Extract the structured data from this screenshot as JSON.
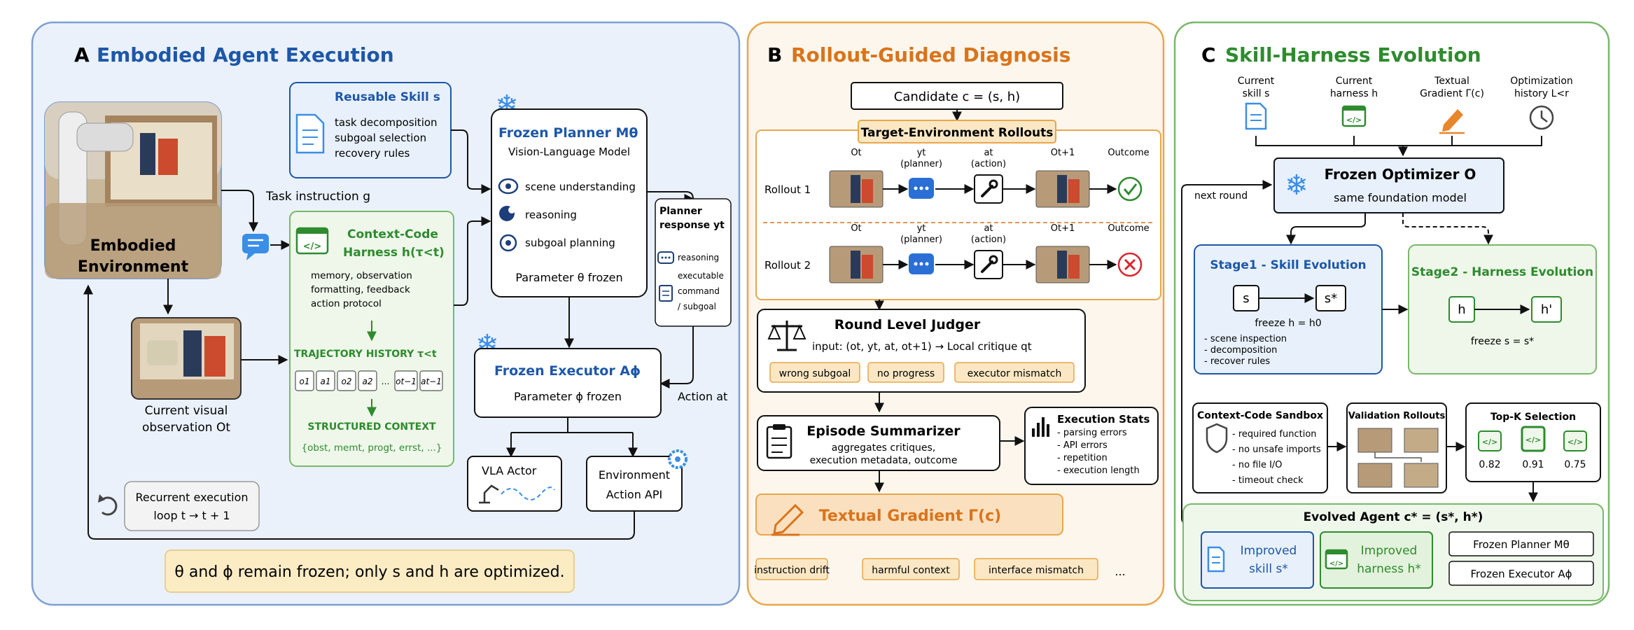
{
  "panelA": {
    "letter": "A",
    "title": "Embodied Agent Execution",
    "env_label": [
      "Embodied",
      "Environment"
    ],
    "task_instruction": "Task instruction g",
    "skill": {
      "title": "Reusable Skill s",
      "lines": [
        "task decomposition",
        "subgoal selection",
        "recovery rules"
      ]
    },
    "harness": {
      "title": [
        "Context-Code",
        "Harness h(τ<t)"
      ],
      "desc": [
        "memory, observation",
        "formatting, feedback",
        "action protocol"
      ],
      "trajectory_title": "TRAJECTORY HISTORY τ<t",
      "tokens": [
        "o1",
        "a1",
        "o2",
        "a2",
        "…",
        "ot−1",
        "at−1"
      ],
      "structured_title": "STRUCTURED CONTEXT",
      "structured": "{obst, memt, progt, errst, ...}"
    },
    "planner": {
      "title": "Frozen Planner Mθ",
      "subtitle": "Vision-Language Model",
      "items": [
        "scene understanding",
        "reasoning",
        "subgoal planning"
      ],
      "param": "Parameter θ frozen"
    },
    "planner_response": {
      "title": [
        "Planner",
        "response yt"
      ],
      "items": [
        "reasoning",
        "executable",
        "command",
        "/ subgoal"
      ]
    },
    "executor": {
      "title": "Frozen Executor Aϕ",
      "param": "Parameter ϕ frozen"
    },
    "action_label": "Action at",
    "vla": "VLA Actor",
    "env_api": [
      "Environment",
      "Action API"
    ],
    "observation": [
      "Current visual",
      "observation Ot"
    ],
    "recurrent": [
      "Recurrent execution",
      "loop t → t + 1"
    ],
    "footer": "θ and ϕ remain frozen; only s and h are optimized."
  },
  "panelB": {
    "letter": "B",
    "title": "Rollout-Guided Diagnosis",
    "candidate": "Candidate c = (s, h)",
    "rollouts_title": "Target-Environment Rollouts",
    "col_headers": [
      "Ot",
      "yt",
      "(planner)",
      "at",
      "(action)",
      "Ot+1",
      "Outcome"
    ],
    "rollouts": [
      "Rollout 1",
      "Rollout 2"
    ],
    "judger": {
      "title": "Round Level Judger",
      "input": "input: (ot, yt, at, ot+1) → Local critique qt",
      "tags": [
        "wrong subgoal",
        "no progress",
        "executor mismatch"
      ]
    },
    "summarizer": {
      "title": "Episode Summarizer",
      "lines": [
        "aggregates critiques,",
        "execution metadata, outcome"
      ]
    },
    "stats": {
      "title": "Execution Stats",
      "items": [
        "- parsing errors",
        "- API errors",
        "- repetition",
        "- execution length"
      ]
    },
    "gradient": "Textual Gradient Γ(c)",
    "bottom_tags": [
      "instruction drift",
      "harmful context",
      "interface mismatch",
      "..."
    ]
  },
  "panelC": {
    "letter": "C",
    "title": "Skill-Harness Evolution",
    "inputs": [
      [
        "Current",
        "skill s"
      ],
      [
        "Current",
        "harness h"
      ],
      [
        "Textual",
        "Gradient Γ(c)"
      ],
      [
        "Optimization",
        "history L<r"
      ]
    ],
    "optimizer": {
      "title": "Frozen Optimizer O",
      "subtitle": "same foundation model"
    },
    "next_round": "next round",
    "stage1": {
      "title": "Stage1 - Skill Evolution",
      "from": "s",
      "to": "s*",
      "freeze": "freeze h = h0",
      "items": [
        "- scene inspection",
        "- decomposition",
        "- recover rules"
      ]
    },
    "stage2": {
      "title": "Stage2 - Harness Evolution",
      "from": "h",
      "to": "h'",
      "freeze": "freeze s = s*"
    },
    "sandbox": {
      "title": "Context-Code Sandbox",
      "items": [
        "- required function",
        "- no unsafe imports",
        "- no file I/O",
        "- timeout check"
      ]
    },
    "validation": "Validation Rollouts",
    "topk": {
      "title": "Top-K Selection",
      "scores": [
        "0.82",
        "0.91",
        "0.75"
      ]
    },
    "evolved": {
      "title": "Evolved Agent c* = (s*, h*)",
      "skill": [
        "Improved",
        "skill s*"
      ],
      "harness": [
        "Improved",
        "harness h*"
      ],
      "frozen": [
        "Frozen Planner Mθ",
        "Frozen Executor Aϕ"
      ]
    }
  },
  "colors": {
    "panelA_bg": "#eaf1fb",
    "panelA_border": "#7f9fd0",
    "panelA_title": "#1d57a8",
    "panelB_bg": "#fdf6ec",
    "panelB_border": "#e8a64a",
    "panelB_title": "#d9741b",
    "panelC_bg": "#ffffff",
    "panelC_border": "#78b86a",
    "panelC_title": "#2e8b2e",
    "green_box": "#eef7ea",
    "blue_box": "#e8f0fb",
    "tag_fill": "#fbe7c4"
  }
}
